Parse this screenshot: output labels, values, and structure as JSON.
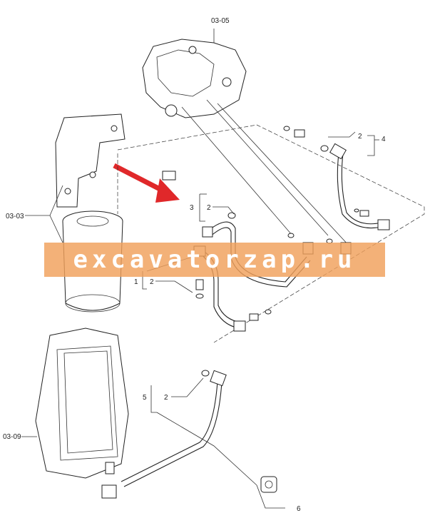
{
  "callouts": {
    "pump": "03-05",
    "filter": "03-03",
    "radiator": "03-09",
    "c1": "1",
    "c2a": "2",
    "c2b": "2",
    "c2c": "2",
    "c2d": "2",
    "c3": "3",
    "c4": "4",
    "c5": "5",
    "c6": "6"
  },
  "watermark": "excavatorzap.ru",
  "colors": {
    "arrow": "#e0282a",
    "watermark": "#f0a05a",
    "ink": "#222222"
  }
}
